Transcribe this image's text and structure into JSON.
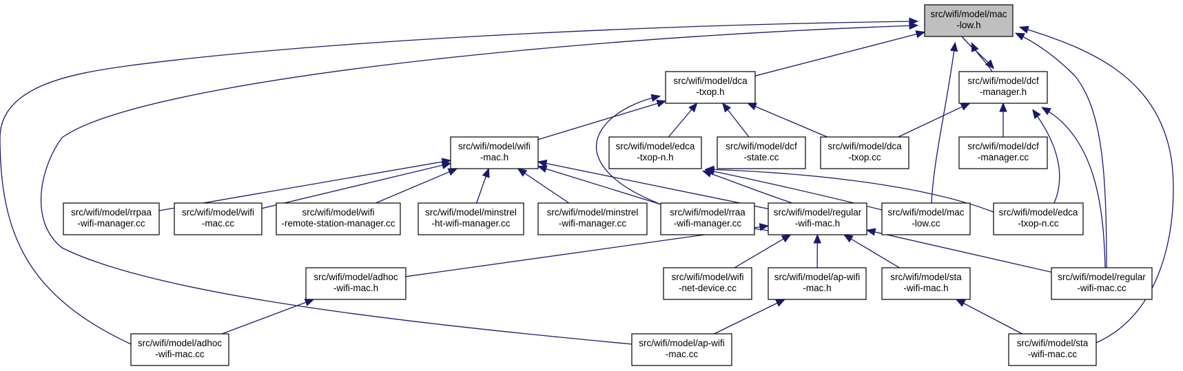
{
  "diagram": {
    "type": "include-dependency-graph",
    "colors": {
      "edge": "#191970",
      "node_border": "#000000",
      "focus_fill": "#bfbfbf",
      "node_fill": "#ffffff"
    },
    "nodes": [
      {
        "id": "mac_low_h",
        "lines": [
          "src/wifi/model/mac",
          "-low.h"
        ],
        "focus": true
      },
      {
        "id": "dca_txop_h",
        "lines": [
          "src/wifi/model/dca",
          "-txop.h"
        ]
      },
      {
        "id": "dcf_manager_h",
        "lines": [
          "src/wifi/model/dcf",
          "-manager.h"
        ]
      },
      {
        "id": "wifi_mac_h",
        "lines": [
          "src/wifi/model/wifi",
          "-mac.h"
        ]
      },
      {
        "id": "edca_txop_n_h",
        "lines": [
          "src/wifi/model/edca",
          "-txop-n.h"
        ]
      },
      {
        "id": "dcf_state_cc",
        "lines": [
          "src/wifi/model/dcf",
          "-state.cc"
        ]
      },
      {
        "id": "dca_txop_cc",
        "lines": [
          "src/wifi/model/dca",
          "-txop.cc"
        ]
      },
      {
        "id": "dcf_manager_cc",
        "lines": [
          "src/wifi/model/dcf",
          "-manager.cc"
        ]
      },
      {
        "id": "rrpaa_cc",
        "lines": [
          "src/wifi/model/rrpaa",
          "-wifi-manager.cc"
        ]
      },
      {
        "id": "wifi_mac_cc",
        "lines": [
          "src/wifi/model/wifi",
          "-mac.cc"
        ]
      },
      {
        "id": "wifi_rsm_cc",
        "lines": [
          "src/wifi/model/wifi",
          "-remote-station-manager.cc"
        ]
      },
      {
        "id": "minstrel_ht_cc",
        "lines": [
          "src/wifi/model/minstrel",
          "-ht-wifi-manager.cc"
        ]
      },
      {
        "id": "minstrel_cc",
        "lines": [
          "src/wifi/model/minstrel",
          "-wifi-manager.cc"
        ]
      },
      {
        "id": "rraa_cc",
        "lines": [
          "src/wifi/model/rraa",
          "-wifi-manager.cc"
        ]
      },
      {
        "id": "regular_wifi_mac_h",
        "lines": [
          "src/wifi/model/regular",
          "-wifi-mac.h"
        ]
      },
      {
        "id": "mac_low_cc",
        "lines": [
          "src/wifi/model/mac",
          "-low.cc"
        ]
      },
      {
        "id": "edca_txop_n_cc",
        "lines": [
          "src/wifi/model/edca",
          "-txop-n.cc"
        ]
      },
      {
        "id": "adhoc_wifi_mac_h",
        "lines": [
          "src/wifi/model/adhoc",
          "-wifi-mac.h"
        ]
      },
      {
        "id": "wifi_net_device_cc",
        "lines": [
          "src/wifi/model/wifi",
          "-net-device.cc"
        ]
      },
      {
        "id": "ap_wifi_mac_h",
        "lines": [
          "src/wifi/model/ap-wifi",
          "-mac.h"
        ]
      },
      {
        "id": "sta_wifi_mac_h",
        "lines": [
          "src/wifi/model/sta",
          "-wifi-mac.h"
        ]
      },
      {
        "id": "regular_wifi_mac_cc",
        "lines": [
          "src/wifi/model/regular",
          "-wifi-mac.cc"
        ]
      },
      {
        "id": "adhoc_wifi_mac_cc",
        "lines": [
          "src/wifi/model/adhoc",
          "-wifi-mac.cc"
        ]
      },
      {
        "id": "ap_wifi_mac_cc",
        "lines": [
          "src/wifi/model/ap-wifi",
          "-mac.cc"
        ]
      },
      {
        "id": "sta_wifi_mac_cc",
        "lines": [
          "src/wifi/model/sta",
          "-wifi-mac.cc"
        ]
      }
    ],
    "edges": [
      {
        "from": "dca_txop_h",
        "to": "mac_low_h"
      },
      {
        "from": "dcf_manager_h",
        "to": "mac_low_h"
      },
      {
        "from": "mac_low_h",
        "to": "dcf_manager_h"
      },
      {
        "from": "mac_low_cc",
        "to": "mac_low_h"
      },
      {
        "from": "regular_wifi_mac_cc",
        "to": "mac_low_h"
      },
      {
        "from": "sta_wifi_mac_cc",
        "to": "mac_low_h"
      },
      {
        "from": "adhoc_wifi_mac_cc",
        "to": "mac_low_h"
      },
      {
        "from": "ap_wifi_mac_cc",
        "to": "mac_low_h"
      },
      {
        "from": "wifi_mac_h",
        "to": "dca_txop_h"
      },
      {
        "from": "edca_txop_n_h",
        "to": "dca_txop_h"
      },
      {
        "from": "dcf_state_cc",
        "to": "dca_txop_h"
      },
      {
        "from": "dca_txop_cc",
        "to": "dca_txop_h"
      },
      {
        "from": "regular_wifi_mac_h",
        "to": "dca_txop_h"
      },
      {
        "from": "dca_txop_cc",
        "to": "dcf_manager_h"
      },
      {
        "from": "dcf_manager_cc",
        "to": "dcf_manager_h"
      },
      {
        "from": "edca_txop_n_cc",
        "to": "dcf_manager_h"
      },
      {
        "from": "regular_wifi_mac_cc",
        "to": "dcf_manager_h"
      },
      {
        "from": "rrpaa_cc",
        "to": "wifi_mac_h"
      },
      {
        "from": "wifi_mac_cc",
        "to": "wifi_mac_h"
      },
      {
        "from": "wifi_rsm_cc",
        "to": "wifi_mac_h"
      },
      {
        "from": "minstrel_ht_cc",
        "to": "wifi_mac_h"
      },
      {
        "from": "minstrel_cc",
        "to": "wifi_mac_h"
      },
      {
        "from": "rraa_cc",
        "to": "wifi_mac_h"
      },
      {
        "from": "regular_wifi_mac_h",
        "to": "wifi_mac_h"
      },
      {
        "from": "regular_wifi_mac_h",
        "to": "edca_txop_n_h"
      },
      {
        "from": "mac_low_cc",
        "to": "edca_txop_n_h"
      },
      {
        "from": "edca_txop_n_cc",
        "to": "edca_txop_n_h"
      },
      {
        "from": "adhoc_wifi_mac_h",
        "to": "regular_wifi_mac_h"
      },
      {
        "from": "wifi_net_device_cc",
        "to": "regular_wifi_mac_h"
      },
      {
        "from": "ap_wifi_mac_h",
        "to": "regular_wifi_mac_h"
      },
      {
        "from": "sta_wifi_mac_h",
        "to": "regular_wifi_mac_h"
      },
      {
        "from": "regular_wifi_mac_cc",
        "to": "regular_wifi_mac_h"
      },
      {
        "from": "adhoc_wifi_mac_cc",
        "to": "adhoc_wifi_mac_h"
      },
      {
        "from": "ap_wifi_mac_cc",
        "to": "ap_wifi_mac_h"
      },
      {
        "from": "sta_wifi_mac_cc",
        "to": "sta_wifi_mac_h"
      }
    ]
  }
}
